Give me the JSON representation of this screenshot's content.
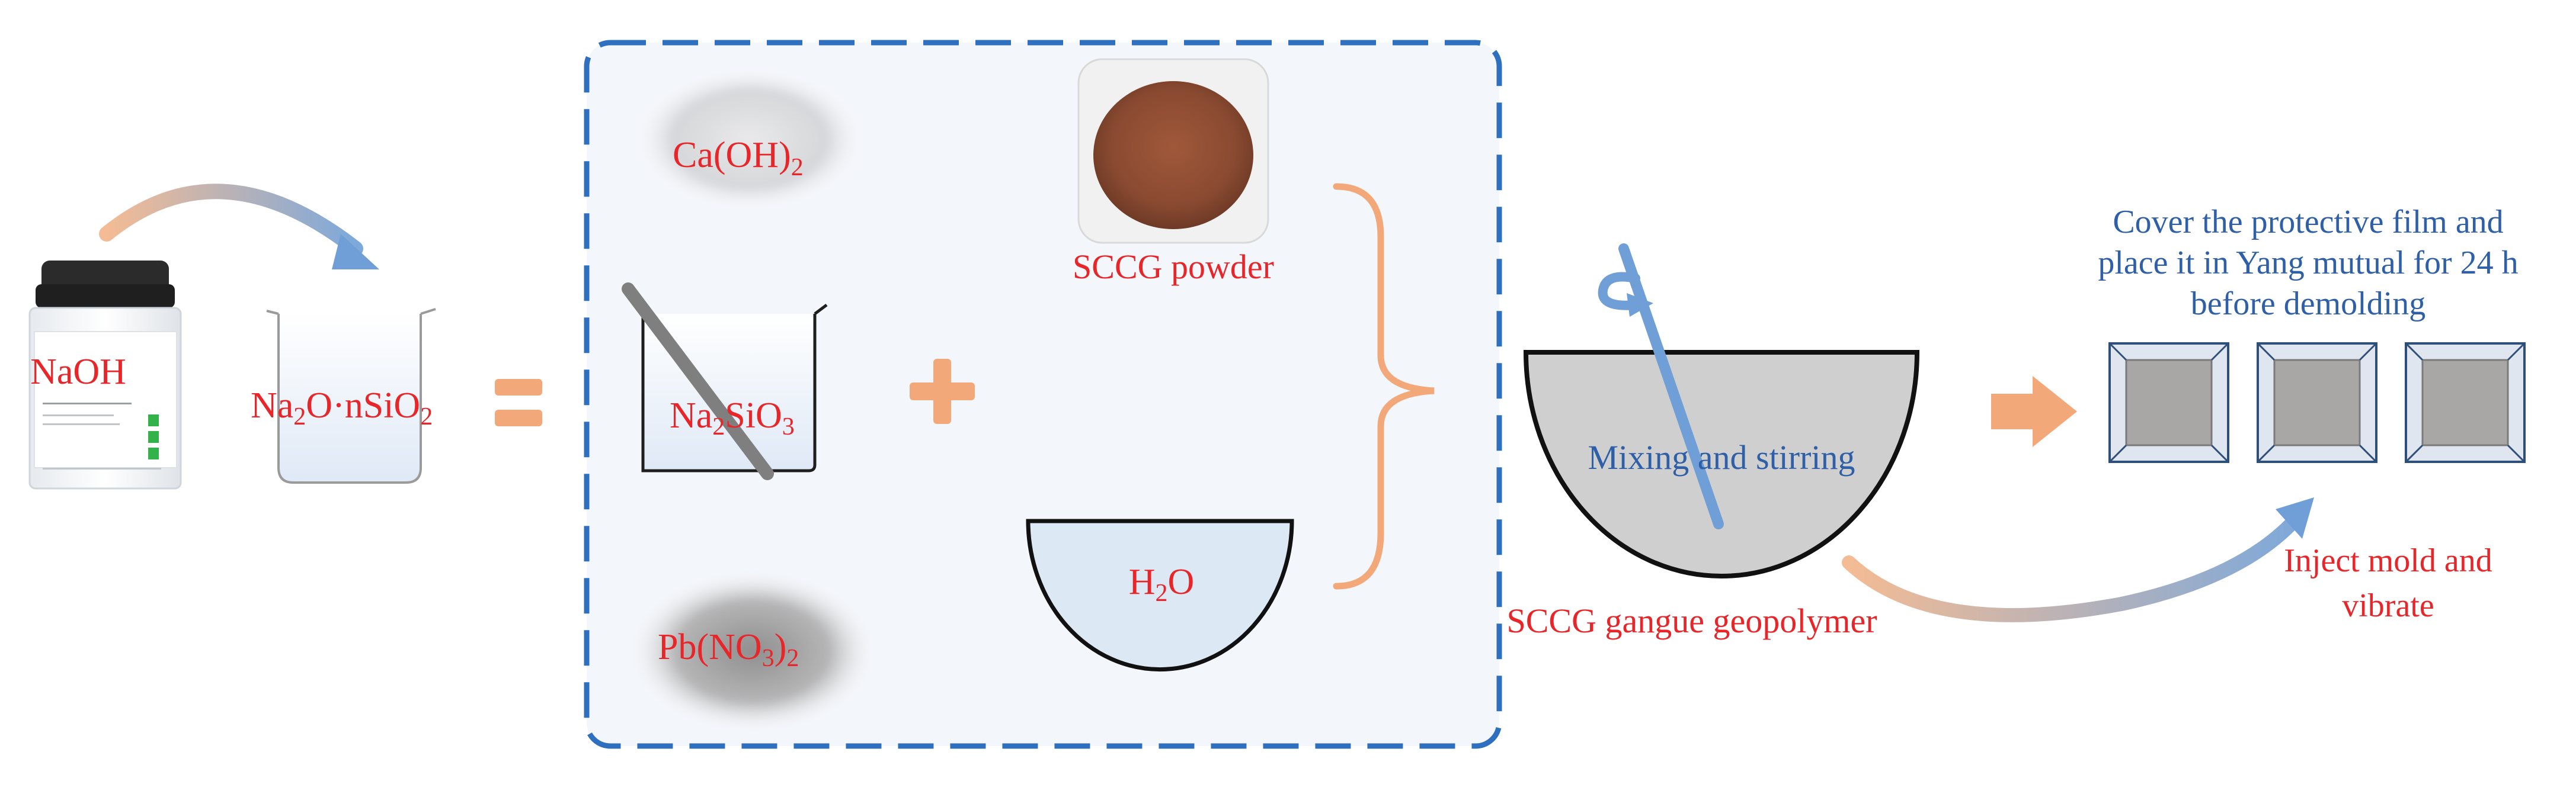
{
  "labels": {
    "naoh": "NaOH",
    "sodium_silicate_prefix": "Na",
    "sodium_silicate_sub1": "2",
    "sodium_silicate_mid": "O·nSiO",
    "sodium_silicate_sub2": "2",
    "caoh_main": "Ca(OH)",
    "caoh_sub": "2",
    "nasio_a": "Na",
    "nasio_sub1": "2",
    "nasio_b": "SiO",
    "nasio_sub2": "3",
    "pbno_a": "Pb(NO",
    "pbno_sub1": "3",
    "pbno_b": ")",
    "pbno_sub2": "2",
    "sccg_powder": "SCCG powder",
    "water_a": "H",
    "water_sub": "2",
    "water_b": "O",
    "mixing": "Mixing and stirring",
    "geopolymer": "SCCG gangue geopolymer",
    "cover_line1": "Cover the protective film and",
    "cover_line2": "place it in Yang mutual for 24 h",
    "cover_line3": "before demolding",
    "inject_line1": "Inject mold and",
    "inject_line2": "vibrate"
  },
  "colors": {
    "label_red": "#e8262a",
    "label_blue": "#2e5fa7",
    "accent_orange": "#f2a878",
    "arrow_blue": "#6f9fd6",
    "dashed_border": "#2f6fbf",
    "panel_fill": "#f3f6fb",
    "bowl_gray": "#cfcfcf",
    "mold_gray": "#a9a6a6"
  }
}
